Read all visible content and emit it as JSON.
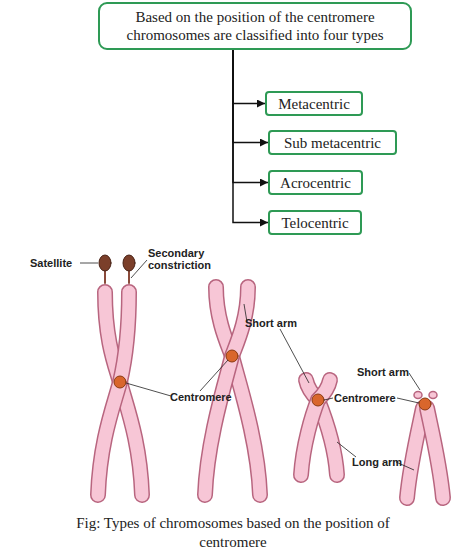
{
  "diagram": {
    "caption": "Fig: Types of chromosomes based on the position of centromere",
    "nodes": [
      {
        "text": [
          "Based on the position of the centromere chromosomes are classified into four types"
        ]
      },
      {
        "text": [
          "Metacentric"
        ]
      },
      {
        "text": [
          "Sub metacentric"
        ]
      },
      {
        "text": [
          "Acrocentric"
        ]
      },
      {
        "text": [
          "Telocentric"
        ]
      }
    ],
    "edges": [
      {
        "from": 0,
        "to": 1,
        "arrow": "to"
      },
      {
        "from": 0,
        "to": 2,
        "arrow": "to"
      },
      {
        "from": 0,
        "to": 3,
        "arrow": "to"
      },
      {
        "from": 0,
        "to": 4,
        "arrow": "to"
      }
    ],
    "labels": [
      "Satellite",
      "Secondary constriction",
      "Short arm",
      "Short arm",
      "Centromere",
      "Centromere",
      "Long arm"
    ]
  }
}
